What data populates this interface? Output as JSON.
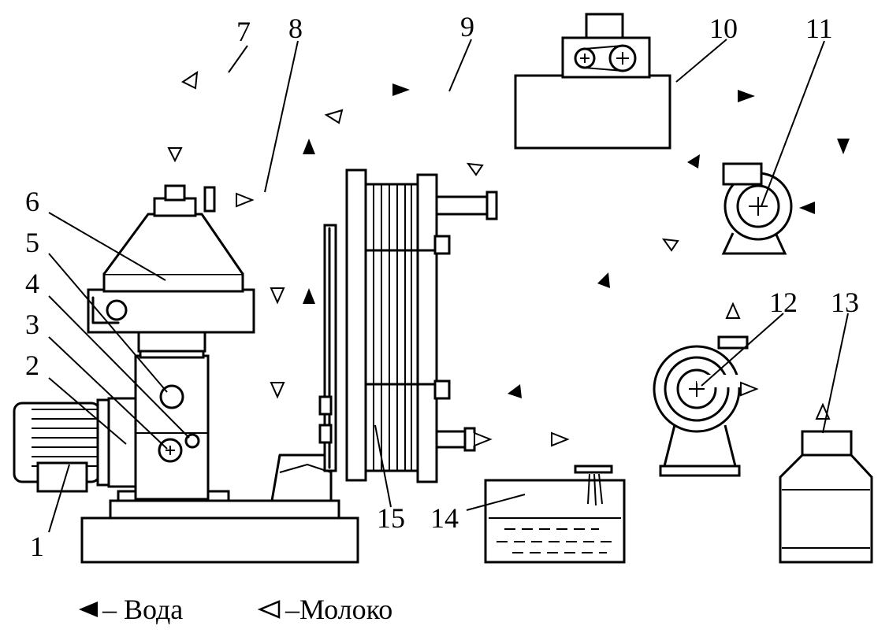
{
  "labels": [
    "1",
    "2",
    "3",
    "4",
    "5",
    "6",
    "7",
    "8",
    "9",
    "10",
    "11",
    "12",
    "13",
    "14",
    "15"
  ],
  "legend": {
    "water_text": "– Вода",
    "milk_text": "–Молоко"
  }
}
